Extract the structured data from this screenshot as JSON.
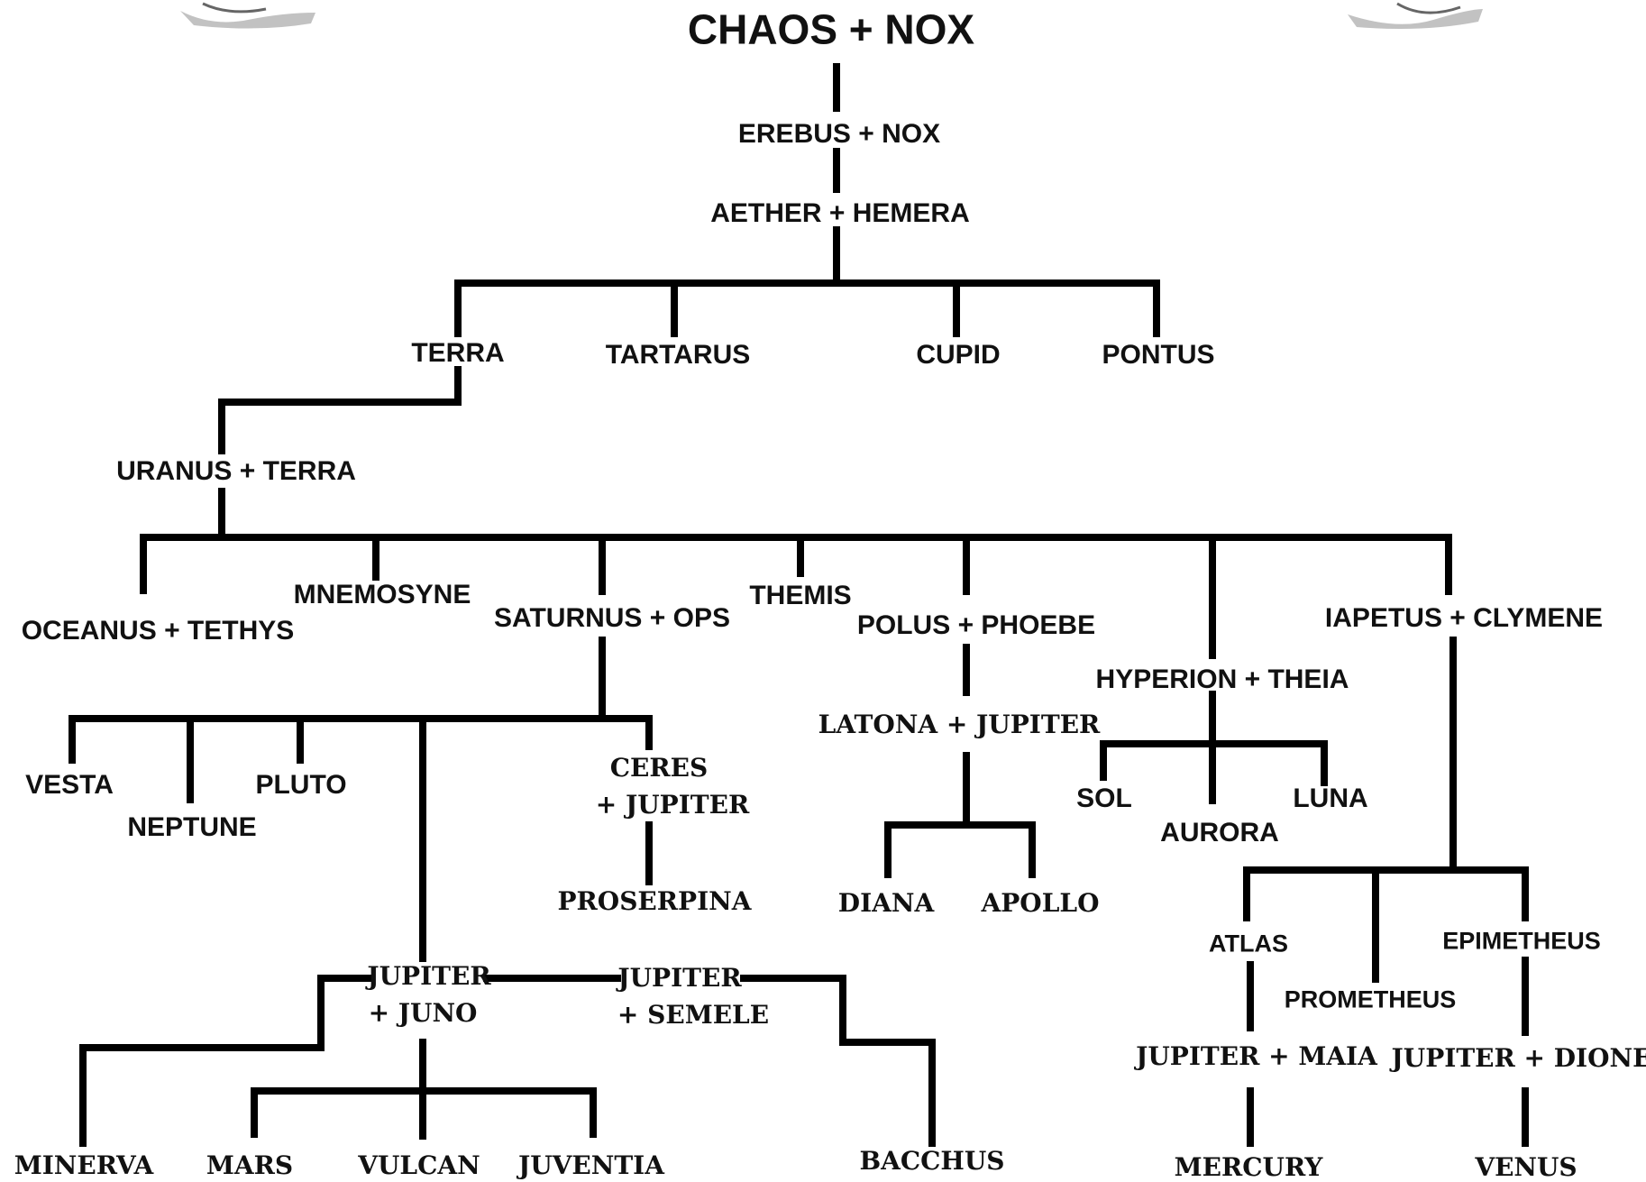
{
  "root": "CHAOS + NOX",
  "nodes": {
    "erebus_nox": "EREBUS + NOX",
    "aether_hemera": "AETHER + HEMERA",
    "terra": "TERRA",
    "tartarus": "TARTARUS",
    "cupid": "CUPID",
    "pontus": "PONTUS",
    "uranus_terra": "URANUS + TERRA",
    "oceanus_tethys": "OCEANUS + TETHYS",
    "mnemosyne": "MNEMOSYNE",
    "saturnus_ops": "SATURNUS + OPS",
    "themis": "THEMIS",
    "polus_phoebe": "POLUS + PHOEBE",
    "hyperion_theia": "HYPERION + THEIA",
    "iapetus_clymene": "IAPETUS + CLYMENE",
    "vesta": "VESTA",
    "neptune": "NEPTUNE",
    "pluto": "PLUTO",
    "ceres_line1": "CERES",
    "ceres_line2": "+ JUPITER",
    "proserpina": "PROSERPINA",
    "latona_jupiter": "LATONA + JUPITER",
    "diana": "DIANA",
    "apollo": "APOLLO",
    "sol": "SOL",
    "aurora": "AURORA",
    "luna": "LUNA",
    "atlas": "ATLAS",
    "prometheus": "PROMETHEUS",
    "epimetheus": "EPIMETHEUS",
    "jupiter_maia": "JUPITER + MAIA",
    "jupiter_dione": "JUPITER + DIONE",
    "mercury": "MERCURY",
    "venus": "VENUS",
    "jupiter_juno_line1": "JUPITER",
    "jupiter_juno_line2": "+ JUNO",
    "jupiter_semele_line1": "JUPITER",
    "jupiter_semele_line2": "+ SEMELE",
    "minerva": "MINERVA",
    "mars": "MARS",
    "vulcan": "VULCAN",
    "juventia": "JUVENTIA",
    "bacchus": "BACCHUS"
  },
  "colors": {
    "line": "#000000",
    "text": "#111111",
    "background": "#ffffff"
  }
}
